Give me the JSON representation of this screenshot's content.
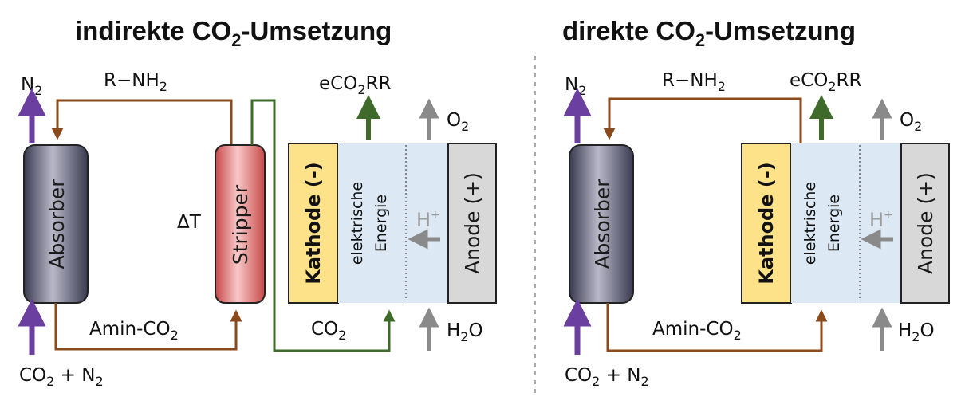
{
  "left": {
    "title_main": "indirekte CO",
    "title_sub": "2",
    "title_tail": "-Umsetzung",
    "n2_top": "N",
    "n2_top_sub": "2",
    "amine_label": "R−NH",
    "amine_label_sub": "2",
    "absorber": "Absorber",
    "stripper": "Stripper",
    "delta_t": "ΔT",
    "amin_co2": "Amin-CO",
    "amin_co2_sub": "2",
    "co2_n2_a": "CO",
    "co2_n2_a_sub": "2",
    "co2_n2_b": " + N",
    "co2_n2_b_sub": "2",
    "co2_mid": "CO",
    "co2_mid_sub": "2",
    "ecorr_a": "eCO",
    "ecorr_sub": "2",
    "ecorr_b": "RR",
    "o2": "O",
    "o2_sub": "2",
    "h2o_a": "H",
    "h2o_sub": "2",
    "h2o_b": "O",
    "kathode": "Kathode (-)",
    "anode": "Anode (+)",
    "elektrische": "elektrische",
    "energie": "Energie",
    "hplus": "H",
    "hplus_sup": "+"
  },
  "right": {
    "title_main": "direkte CO",
    "title_sub": "2",
    "title_tail": "-Umsetzung",
    "n2_top": "N",
    "n2_top_sub": "2",
    "amine_label": "R−NH",
    "amine_label_sub": "2",
    "absorber": "Absorber",
    "amin_co2": "Amin-CO",
    "amin_co2_sub": "2",
    "co2_n2_a": "CO",
    "co2_n2_a_sub": "2",
    "co2_n2_b": " + N",
    "co2_n2_b_sub": "2",
    "ecorr_a": "eCO",
    "ecorr_sub": "2",
    "ecorr_b": "RR",
    "o2": "O",
    "o2_sub": "2",
    "h2o_a": "H",
    "h2o_sub": "2",
    "h2o_b": "O",
    "kathode": "Kathode (-)",
    "anode": "Anode (+)",
    "elektrische": "elektrische",
    "energie": "Energie",
    "hplus": "H",
    "hplus_sup": "+"
  },
  "colors": {
    "purple": "#6b3fa0",
    "brown": "#8b4a1c",
    "green": "#3f6b2a",
    "gray_arrow": "#888888",
    "absorber_fill": "#5a5a72",
    "stripper_fill": "#e07070",
    "kathode_fill": "#fde28a",
    "anode_fill": "#d8d8d8",
    "membrane_fill": "#dce9f5"
  }
}
